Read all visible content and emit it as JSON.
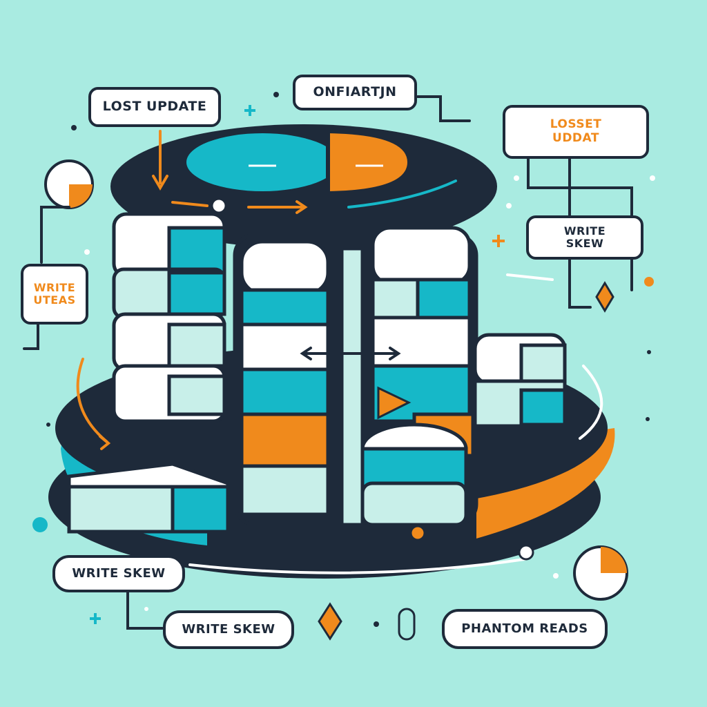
{
  "labels": {
    "lost_update": "LOST UPDATE",
    "onfiartjn": "ONFIARTJN",
    "losset_uddat": [
      "LOSSET",
      "UDDAT"
    ],
    "write_skew_right": [
      "WRITE",
      "SKEW"
    ],
    "write_uteas": [
      "WRITE",
      "UTEAS"
    ],
    "write_skew_bottom_left": "WRITE SKEW",
    "write_skew_bottom": "WRITE SKEW",
    "phantom_reads": "PHANTOM READS"
  },
  "colors": {
    "background": "#a9ebe1",
    "navy": "#1e2a3a",
    "teal": "#16b8c8",
    "light_teal": "#c8efe9",
    "orange": "#f08a1c",
    "white": "#ffffff"
  }
}
